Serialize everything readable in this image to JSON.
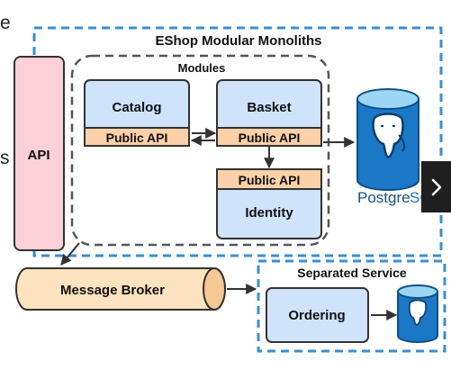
{
  "diagram": {
    "title": "EShop Modular Monoliths",
    "modules_label": "Modules",
    "api_label": "API",
    "catalog": {
      "name": "Catalog",
      "public_api": "Public API"
    },
    "basket": {
      "name": "Basket",
      "public_api": "Public API"
    },
    "identity": {
      "name": "Identity",
      "public_api": "Public API"
    },
    "database": {
      "label_main": "Postgre",
      "label_tail": "SQ"
    },
    "message_broker": "Message Broker",
    "separated_service": {
      "title": "Separated Service",
      "ordering": "Ordering"
    }
  },
  "partial_text": {
    "top_left": "e",
    "mid_left": "s"
  },
  "icons": [
    "postgresql-database-icon",
    "postgresql-database-small-icon",
    "chevron-right-icon"
  ],
  "colors": {
    "dashed_border": "#3b8fd0",
    "module_fill": "#cfe4fb",
    "public_api_fill": "#fcd0a8",
    "api_fill": "#fbd0d6",
    "broker_fill": "#fde3c0",
    "db_blue": "#1b78c7"
  }
}
